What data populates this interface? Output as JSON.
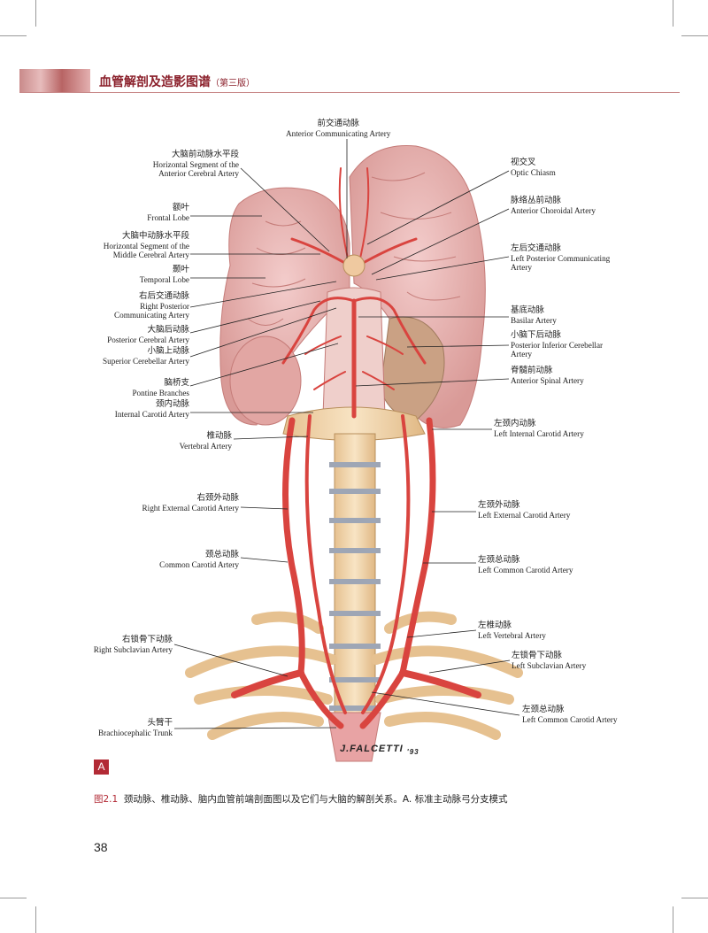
{
  "header": {
    "title": "血管解剖及造影图谱",
    "edition": "（第三版）"
  },
  "labels": {
    "acomm": {
      "zh": "前交通动脉",
      "en": "Anterior Communicating Artery"
    },
    "aca_h": {
      "zh": "大脑前动脉水平段",
      "en1": "Horizontal Segment of the",
      "en2": "Anterior Cerebral Artery"
    },
    "frontal": {
      "zh": "额叶",
      "en": "Frontal Lobe"
    },
    "mca_h": {
      "zh": "大脑中动脉水平段",
      "en1": "Horizontal Segment of the",
      "en2": "Middle Cerebral Artery"
    },
    "temporal": {
      "zh": "颞叶",
      "en": "Temporal Lobe"
    },
    "rpcomm": {
      "zh": "右后交通动脉",
      "en1": "Right Posterior",
      "en2": "Communicating Artery"
    },
    "pca": {
      "zh": "大脑后动脉",
      "en": "Posterior Cerebral Artery"
    },
    "sca": {
      "zh": "小脑上动脉",
      "en": "Superior Cerebellar Artery"
    },
    "pontine": {
      "zh": "脑桥支",
      "en": "Pontine Branches"
    },
    "ica": {
      "zh": "颈内动脉",
      "en": "Internal Carotid Artery"
    },
    "vert": {
      "zh": "椎动脉",
      "en": "Vertebral Artery"
    },
    "reca": {
      "zh": "右颈外动脉",
      "en": "Right External Carotid Artery"
    },
    "cca": {
      "zh": "颈总动脉",
      "en": "Common Carotid Artery"
    },
    "rsub": {
      "zh": "右锁骨下动脉",
      "en": "Right Subclavian Artery"
    },
    "brach": {
      "zh": "头臂干",
      "en": "Brachiocephalic Trunk"
    },
    "optic": {
      "zh": "视交叉",
      "en": "Optic Chiasm"
    },
    "achor": {
      "zh": "脉络丛前动脉",
      "en": "Anterior Choroidal Artery"
    },
    "lpcomm": {
      "zh": "左后交通动脉",
      "en1": "Left Posterior Communicating",
      "en2": "Artery"
    },
    "basilar": {
      "zh": "基底动脉",
      "en": "Basilar Artery"
    },
    "pica": {
      "zh": "小脑下后动脉",
      "en1": "Posterior Inferior Cerebellar",
      "en2": "Artery"
    },
    "asa": {
      "zh": "脊髓前动脉",
      "en": "Anterior Spinal Artery"
    },
    "lica": {
      "zh": "左颈内动脉",
      "en": "Left Internal Carotid Artery"
    },
    "leca": {
      "zh": "左颈外动脉",
      "en": "Left External Carotid Artery"
    },
    "lcca": {
      "zh": "左颈总动脉",
      "en": "Left Common Carotid Artery"
    },
    "lvert": {
      "zh": "左椎动脉",
      "en": "Left Vertebral Artery"
    },
    "lsub": {
      "zh": "左锁骨下动脉",
      "en": "Left Subclavian Artery"
    },
    "lcca2": {
      "zh": "左颈总动脉",
      "en": "Left Common Carotid Artery"
    }
  },
  "figure": {
    "badge": "A",
    "signature": "J.FALCETTI",
    "signature_year": "'93"
  },
  "caption": {
    "fig": "图2.1",
    "text": "颈动脉、椎动脉、脑内血管前端剖面图以及它们与大脑的解剖关系。A. 标准主动脉弓分支模式"
  },
  "page_number": "38",
  "colors": {
    "accent": "#b22a35",
    "artery": "#d9443f",
    "brain": "#e9b3b0",
    "bone": "#f0d6ad"
  }
}
